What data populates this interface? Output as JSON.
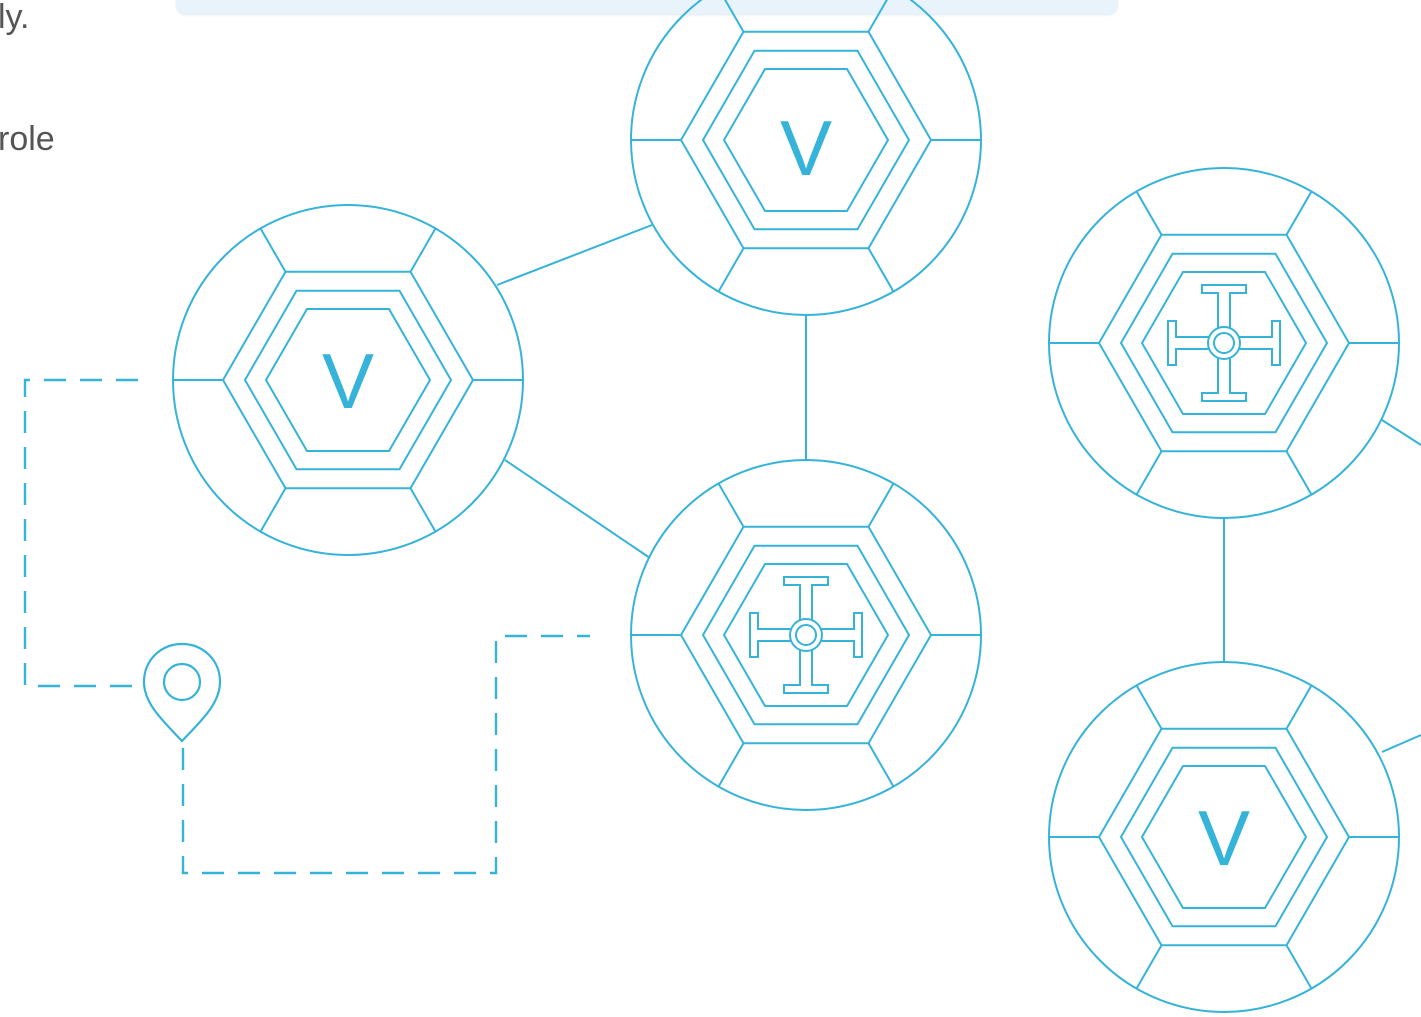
{
  "text_fragments": [
    "ly.",
    "role"
  ],
  "colors": {
    "line": "#36b3d9",
    "text": "#555555",
    "bar": "#e9f3fb"
  },
  "nodes": [
    {
      "id": "node-v-left",
      "icon": "v-letter-icon",
      "label": "V"
    },
    {
      "id": "node-v-top",
      "icon": "v-letter-icon",
      "label": "V"
    },
    {
      "id": "node-cross-center",
      "icon": "crosshair-valve-icon",
      "label": ""
    },
    {
      "id": "node-cross-right",
      "icon": "crosshair-valve-icon",
      "label": ""
    },
    {
      "id": "node-v-bottom-right",
      "icon": "v-letter-icon",
      "label": "V"
    }
  ],
  "connections": [
    [
      "node-v-left",
      "node-v-top"
    ],
    [
      "node-v-left",
      "node-cross-center"
    ],
    [
      "node-v-top",
      "node-cross-center"
    ],
    [
      "node-cross-right",
      "node-v-bottom-right"
    ]
  ],
  "extra_icons": [
    "location-pin-icon"
  ]
}
